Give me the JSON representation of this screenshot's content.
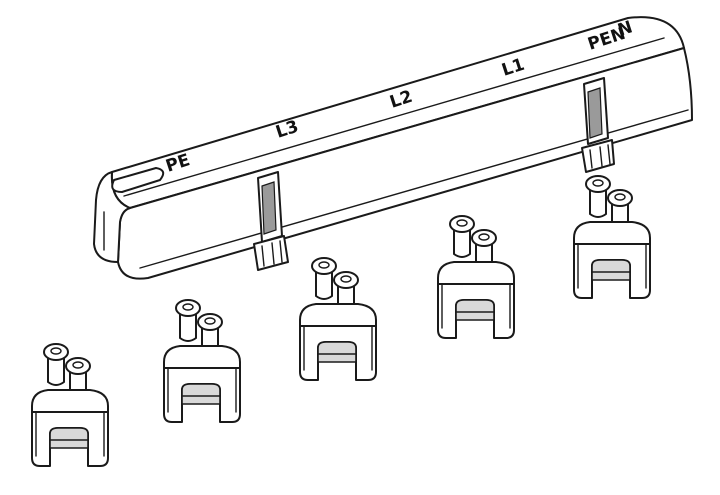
{
  "busbar": {
    "labels": {
      "pe": "PE",
      "l3": "L3",
      "l2": "L2",
      "l1": "L1",
      "pen": "PEN",
      "n": "N"
    }
  },
  "colors": {
    "line": "#1a1a1a",
    "shade": "#d9d9d9",
    "background": "#ffffff"
  }
}
